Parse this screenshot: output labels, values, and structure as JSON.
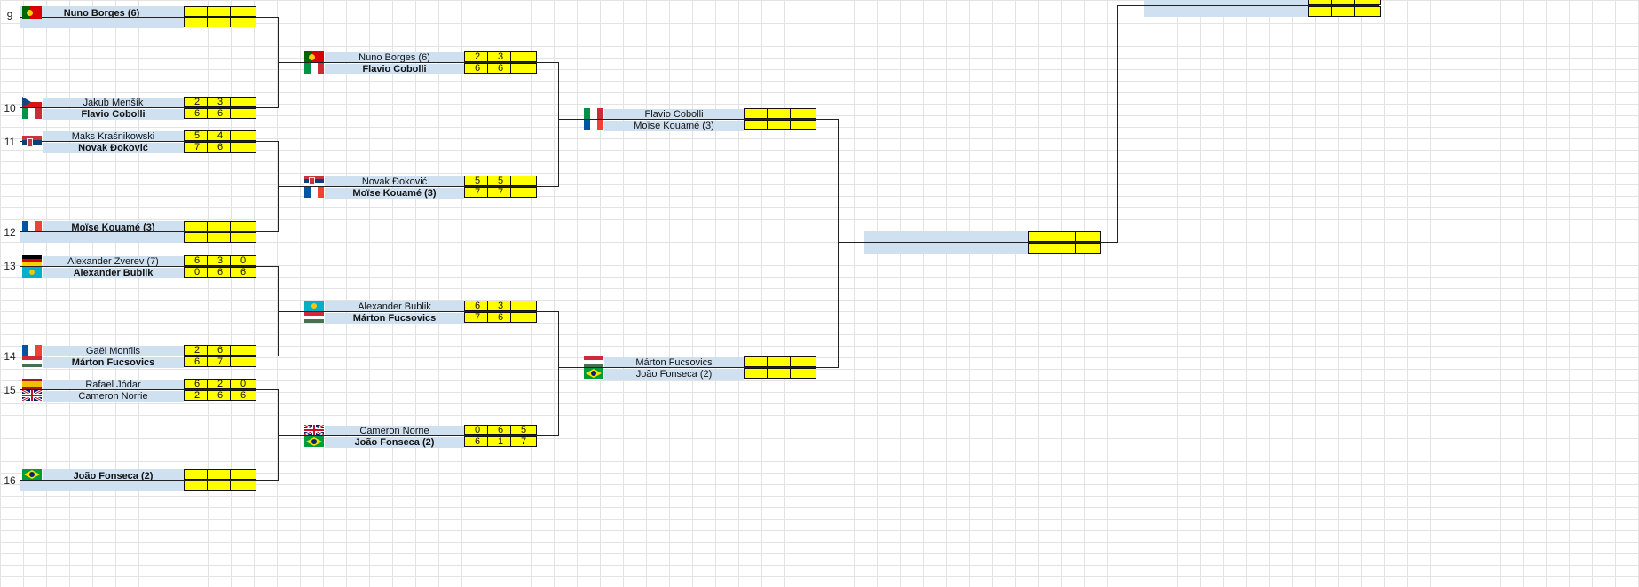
{
  "seeds": [
    "9",
    "10",
    "11",
    "12",
    "13",
    "14",
    "15",
    "16"
  ],
  "round1": [
    {
      "name": "Nuno Borges (6)"
    },
    {
      "name": "Jakub Menšík"
    },
    {
      "name": "Flavio Cobolli"
    },
    {
      "name": "Maks Kraśnikowski"
    },
    {
      "name": "Novak Đoković"
    },
    {
      "name": "Moïse Kouamé (3)"
    },
    {
      "name": "Alexander Zverev (7)"
    },
    {
      "name": "Alexander Bublik"
    },
    {
      "name": "Gaël Monfils"
    },
    {
      "name": "Márton Fucsovics"
    },
    {
      "name": "Rafael Jódar"
    },
    {
      "name": "Cameron Norrie"
    },
    {
      "name": "João Fonseca (2)"
    }
  ],
  "round1_scores": [
    {
      "s": [
        "2",
        "3",
        ""
      ]
    },
    {
      "s": [
        "6",
        "6",
        ""
      ]
    },
    {
      "s": [
        "5",
        "4",
        ""
      ]
    },
    {
      "s": [
        "7",
        "6",
        ""
      ]
    },
    {
      "s": [
        "6",
        "3",
        "0"
      ]
    },
    {
      "s": [
        "0",
        "6",
        "6"
      ]
    },
    {
      "s": [
        "2",
        "6",
        ""
      ]
    },
    {
      "s": [
        "6",
        "7",
        ""
      ]
    },
    {
      "s": [
        "6",
        "2",
        "0"
      ]
    },
    {
      "s": [
        "2",
        "6",
        "6"
      ]
    }
  ],
  "round2": [
    {
      "name": "Nuno Borges (6)",
      "s": [
        "2",
        "3",
        ""
      ]
    },
    {
      "name": "Flavio Cobolli",
      "s": [
        "6",
        "6",
        ""
      ]
    },
    {
      "name": "Novak Đoković",
      "s": [
        "5",
        "5",
        ""
      ]
    },
    {
      "name": "Moïse Kouamé (3)",
      "s": [
        "7",
        "7",
        ""
      ]
    },
    {
      "name": "Alexander Bublik",
      "s": [
        "6",
        "3",
        ""
      ]
    },
    {
      "name": "Márton Fucsovics",
      "s": [
        "7",
        "6",
        ""
      ]
    },
    {
      "name": "Cameron Norrie",
      "s": [
        "0",
        "6",
        "5"
      ]
    },
    {
      "name": "João Fonseca (2)",
      "s": [
        "6",
        "1",
        "7"
      ]
    }
  ],
  "round3": [
    {
      "name": "Flavio Cobolli"
    },
    {
      "name": "Moïse Kouamé (3)"
    },
    {
      "name": "Márton Fucsovics"
    },
    {
      "name": "João Fonseca (2)"
    }
  ],
  "colors": {
    "name_bg": "#cfe0f1",
    "score_bg": "#ffff00",
    "grid": "#e3e3e3"
  },
  "flags": [
    "portugal-flag",
    "czech-flag",
    "italy-flag",
    "serbia-flag",
    "france-flag",
    "germany-flag",
    "kazakhstan-flag",
    "hungary-flag",
    "spain-flag",
    "uk-flag",
    "brazil-flag"
  ]
}
